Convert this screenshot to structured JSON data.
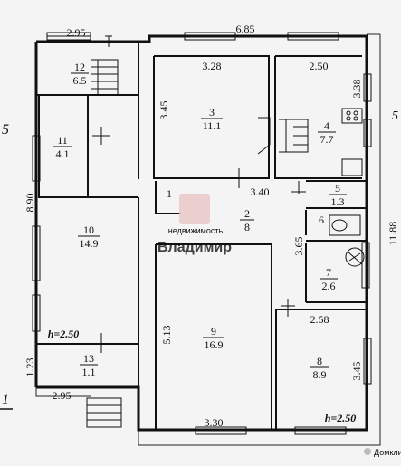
{
  "plan": {
    "dims": {
      "top_left_width": "2.95",
      "top_total_width": "6.85",
      "room3_width": "3.28",
      "room4_width": "2.50",
      "room3_height": "3.45",
      "room4_height": "3.38",
      "corridor_width": "3.40",
      "left_total_height": "8.90",
      "right_total_height": "11.88",
      "room7_height": "3.65",
      "room9_height": "5.13",
      "room8_width": "2.58",
      "room8_height": "3.45",
      "room13_height": "1.23",
      "bottom_left_width": "2.95",
      "room9_width": "3.30"
    },
    "rooms": [
      {
        "num": "12",
        "area": "6.5"
      },
      {
        "num": "3",
        "area": "11.1"
      },
      {
        "num": "4",
        "area": "7.7"
      },
      {
        "num": "11",
        "area": "4.1"
      },
      {
        "num": "5",
        "area": "1.3"
      },
      {
        "num": "10",
        "area": "14.9"
      },
      {
        "num": "1",
        "area": ""
      },
      {
        "num": "2",
        "area": "8"
      },
      {
        "num": "6",
        "area": ""
      },
      {
        "num": "7",
        "area": "2.6"
      },
      {
        "num": "9",
        "area": "16.9"
      },
      {
        "num": "8",
        "area": "8.9"
      },
      {
        "num": "13",
        "area": "1.1"
      }
    ],
    "heights": {
      "left": "h=2.50",
      "right": "h=2.50"
    },
    "margin_marks": {
      "left_top": "5",
      "left_bottom": "1",
      "right_side": "5"
    }
  },
  "watermark": {
    "line1": "недвижимость",
    "line2": "Владимир"
  },
  "brand": "Домклик"
}
